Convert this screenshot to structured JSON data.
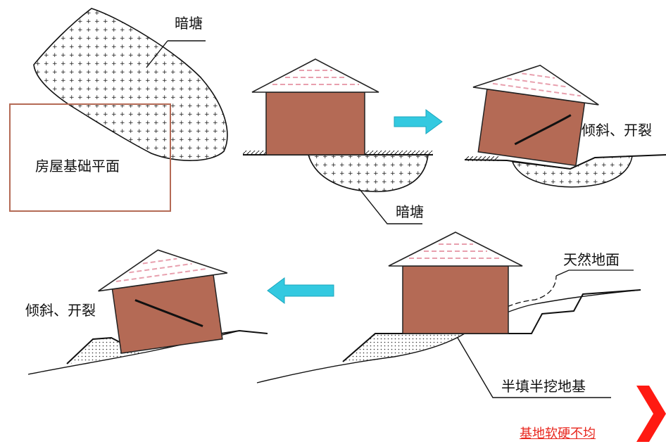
{
  "labels": {
    "pond_top": "暗塘",
    "foundation_plan": "房屋基础平面",
    "tilt_crack_top": "倾斜、开裂",
    "pond_bottom": "暗塘",
    "natural_ground": "天然地面",
    "tilt_crack_bottom": "倾斜、开裂",
    "half_fill": "半填半挖地基"
  },
  "footer": {
    "link_label": "基地软硬不均"
  },
  "colors": {
    "house": "#b46a55",
    "roof_stripe": "#e8a0ae",
    "arrow": "#33c9e0",
    "link": "#e8261d",
    "next_arrow": "#ff1a12",
    "plan_border": "#b46a55"
  },
  "icons": {
    "next": "chevron-right-icon",
    "flow_right": "arrow-right-icon",
    "flow_left": "arrow-left-icon"
  }
}
